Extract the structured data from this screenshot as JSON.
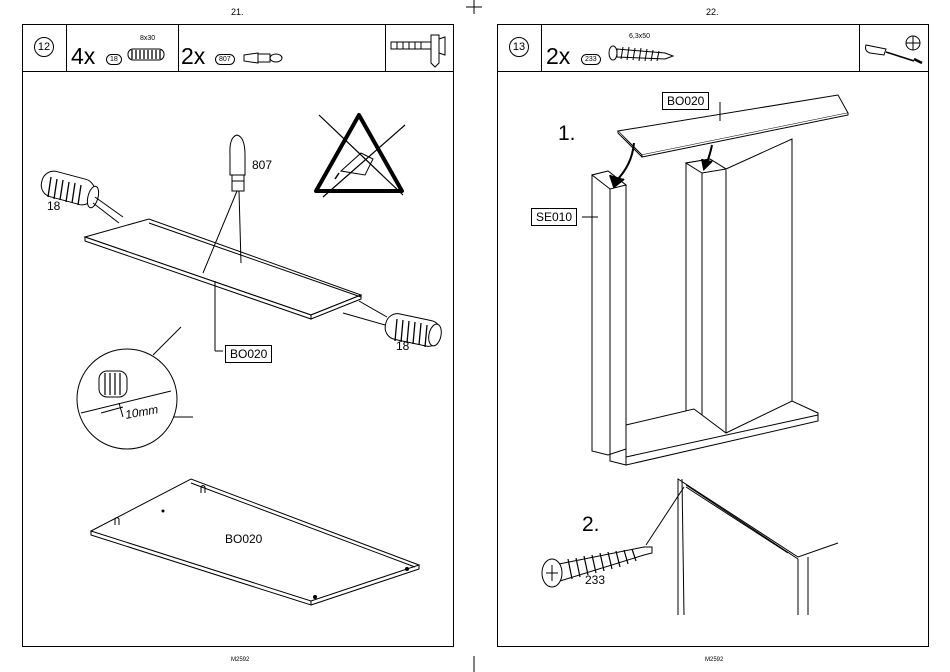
{
  "left_page": {
    "page_number": "21.",
    "footer_code": "M2592",
    "step": "12",
    "parts": [
      {
        "qty": "4x",
        "part_no": "18",
        "size": "8x30"
      },
      {
        "qty": "2x",
        "part_no": "807"
      }
    ],
    "tool_icon": "hammer-icon",
    "labels": {
      "callout_807": "807",
      "dowel_left": "18",
      "dowel_right": "18",
      "board_box": "BO020",
      "depth": "10mm",
      "board_bottom": "BO020"
    },
    "warning_icon": "no-glue-warning-icon"
  },
  "right_page": {
    "page_number": "22.",
    "footer_code": "M2592",
    "step": "13",
    "parts": [
      {
        "qty": "2x",
        "part_no": "233",
        "size": "6,3x50"
      }
    ],
    "tool_icons": [
      "screwdriver-icon",
      "phillips-head-icon"
    ],
    "labels": {
      "top_board": "BO020",
      "side_panel": "SE010",
      "substep_1": "1.",
      "substep_2": "2.",
      "screw": "233"
    }
  }
}
